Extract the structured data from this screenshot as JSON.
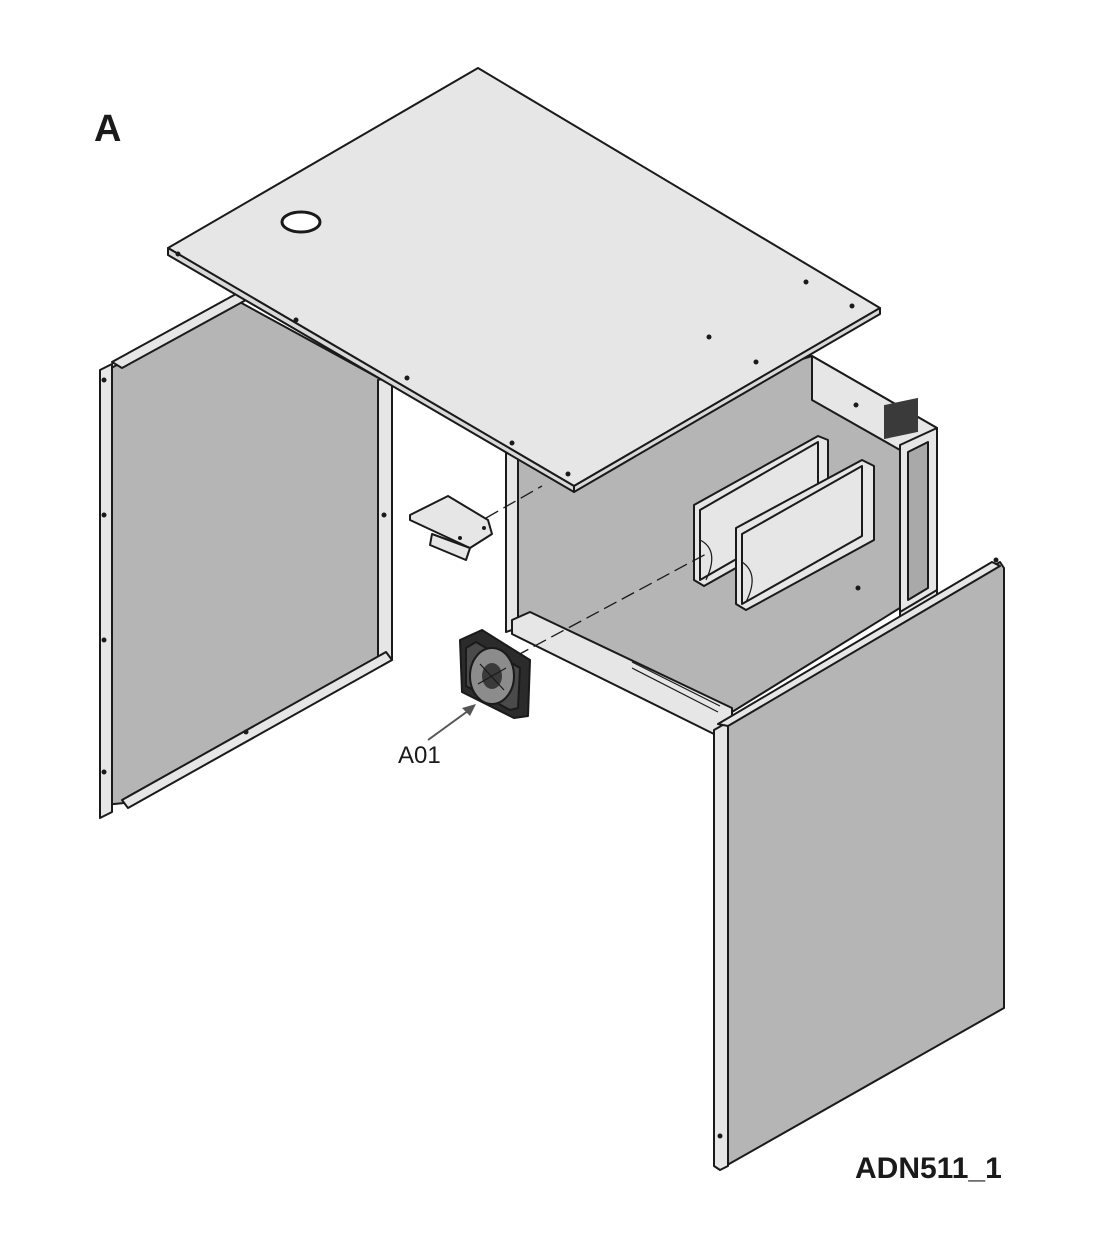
{
  "view_letter": "A",
  "callouts": [
    {
      "label": "A01",
      "part": "fan"
    }
  ],
  "drawing_id": "ADN511_1",
  "colors": {
    "background": "#ffffff",
    "panel_light": "#e6e6e6",
    "panel_mid": "#b5b5b5",
    "panel_dark": "#a9a9a9",
    "outline": "#1a1a1a"
  }
}
